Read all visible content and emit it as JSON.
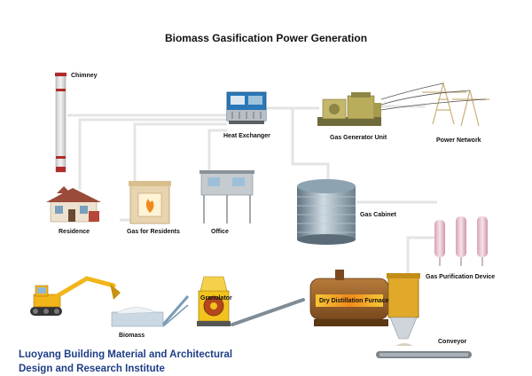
{
  "title": "Biomass Gasification Power Generation",
  "labels": {
    "chimney": "Chimney",
    "heat_exchanger": "Heat Exchanger",
    "gas_generator_unit": "Gas Generator Unit",
    "power_network": "Power Network",
    "residence": "Residence",
    "gas_for_residents": "Gas for Residents",
    "office": "Office",
    "gas_cabinet": "Gas Cabinet",
    "gas_purification_device": "Gas Purification Device",
    "granulator": "Granulator",
    "dry_distillation_furnace": "Dry Distillation Furnace",
    "biomass": "Biomass",
    "conveyor": "Conveyor"
  },
  "institute": {
    "line1": "Luoyang Building Material and Architectural",
    "line2": "Design and Research Institute"
  },
  "colors": {
    "pipe": "#e6e6e6",
    "institute_text": "#1f3e87",
    "excavator": "#f2b51a",
    "fire": "#f08a1c"
  }
}
